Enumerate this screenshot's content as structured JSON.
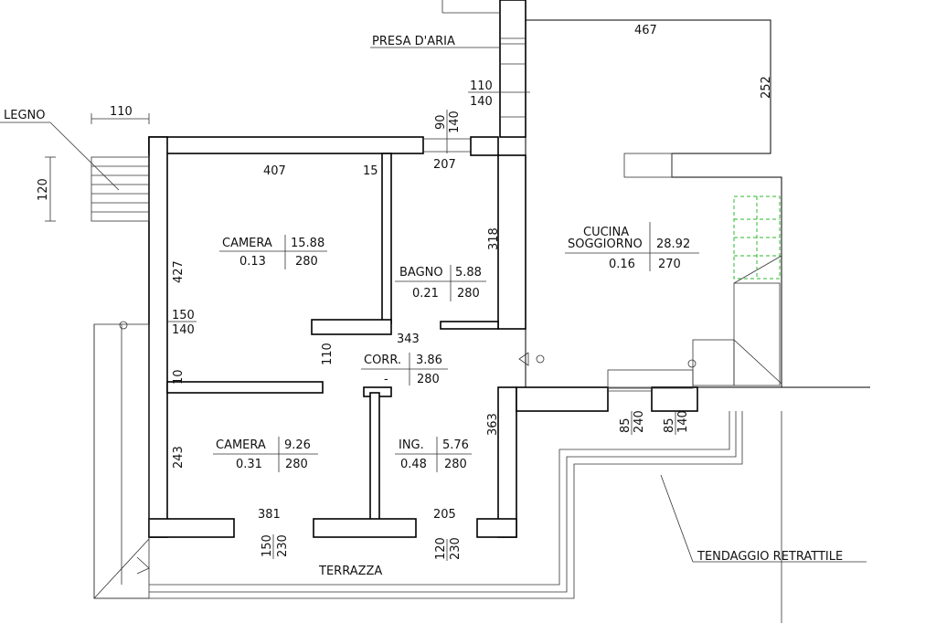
{
  "rooms": [
    {
      "name": "CAMERA",
      "area": "15.88",
      "ratio": "0.13",
      "height": "280"
    },
    {
      "name": "BAGNO",
      "area": "5.88",
      "ratio": "0.21",
      "height": "280"
    },
    {
      "name": "CUCINA",
      "name2": "SOGGIORNO",
      "area": "28.92",
      "ratio": "0.16",
      "height": "270"
    },
    {
      "name": "CORR.",
      "area": "3.86",
      "ratio": "-",
      "height": "280"
    },
    {
      "name": "CAMERA",
      "area": "9.26",
      "ratio": "0.31",
      "height": "280"
    },
    {
      "name": "ING.",
      "area": "5.76",
      "ratio": "0.48",
      "height": "280"
    }
  ],
  "labels": {
    "presa": "PRESA D'ARIA",
    "legno": "LEGNO",
    "terrazza": "TERRAZZA",
    "tendaggio": "TENDAGGIO RETRATTILE"
  },
  "dims": {
    "d467": "467",
    "d252": "252",
    "d110a": "110",
    "d140a": "140",
    "d90": "90",
    "d140b": "140",
    "d207": "207",
    "d407": "407",
    "d15": "15",
    "d318": "318",
    "d110top": "110",
    "d120": "120",
    "d427": "427",
    "d150a": "150",
    "d140c": "140",
    "d343": "343",
    "d110b": "110",
    "d10": "10",
    "d363": "363",
    "d243": "243",
    "d381": "381",
    "d150b": "150",
    "d230a": "230",
    "d205": "205",
    "d120b": "120",
    "d230b": "230",
    "d85a": "85",
    "d240": "240",
    "d85b": "85",
    "d140d": "140"
  }
}
